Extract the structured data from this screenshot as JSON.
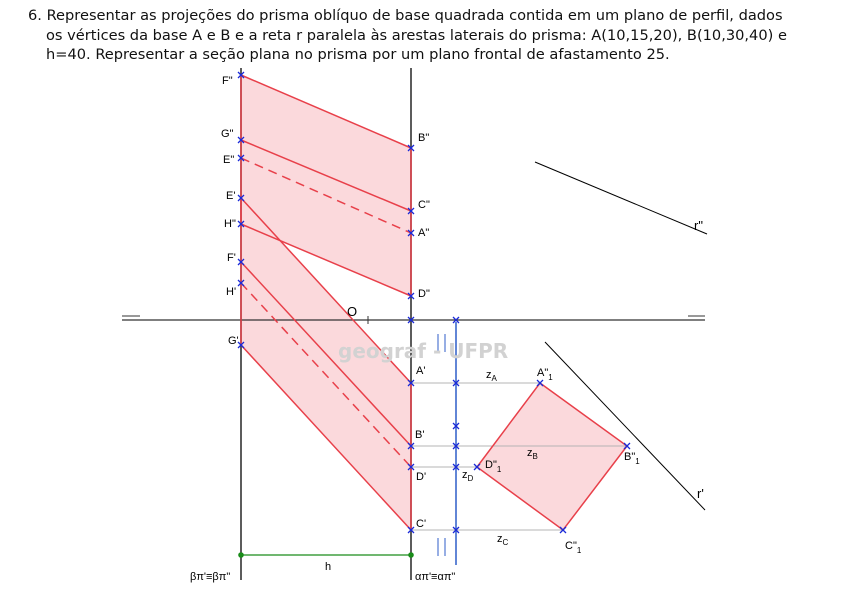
{
  "problem": {
    "line1": "6. Representar as projeções do prisma oblíquo de base quadrada contida em um plano de perfil, dados",
    "line2": "os vértices da base A e B e a reta r paralela às arestas laterais do prisma: A(10,15,20), B(10,30,40) e",
    "line3": "h=40. Representar a seção plana no prisma por um plano frontal de afastamento 25."
  },
  "labels": {
    "F2": "F\"",
    "G2": "G\"",
    "E2": "E\"",
    "E1": "E'",
    "H2": "H\"",
    "F1": "F'",
    "H1": "H'",
    "G1": "G'",
    "B2": "B\"",
    "C2": "C\"",
    "A2": "A\"",
    "D2": "D\"",
    "A1": "A'",
    "B1": "B'",
    "D1": "D'",
    "C1": "C'",
    "origin": "O",
    "r2": "r\"",
    "r1": "r'",
    "h": "h",
    "beta": "βπ'≡βπ\"",
    "alpha": "απ'≡απ\"",
    "zA_main": "z",
    "zA_sub": "A",
    "zB_main": "z",
    "zB_sub": "B",
    "zC_main": "z",
    "zC_sub": "C",
    "zD_main": "z",
    "zD_sub": "D",
    "A3_main": "A\"",
    "A3_sub": "1",
    "B3_main": "B\"",
    "B3_sub": "1",
    "C3_main": "C\"",
    "C3_sub": "1",
    "D3_main": "D\"",
    "D3_sub": "1",
    "watermark": "geograf - UFPR"
  },
  "colors": {
    "prism_edge": "#e8404a",
    "prism_fill": "#fbd9dc",
    "marker": "#1a2ad8",
    "reference_line": "#2f5ec8",
    "h_segment": "#1a8c1a",
    "construction": "#b4b4b4",
    "axis": "#333333"
  }
}
